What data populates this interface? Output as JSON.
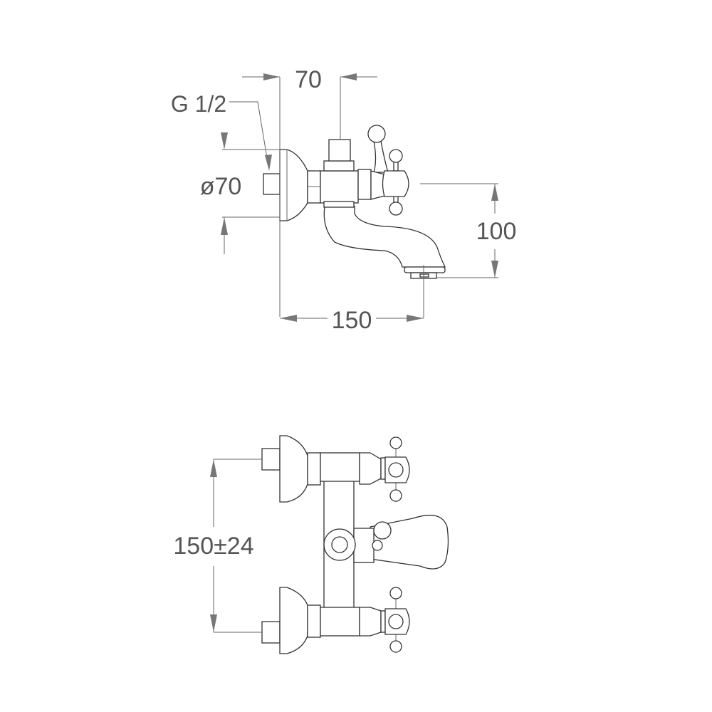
{
  "drawing": {
    "side_view": {
      "dimensions": {
        "outlet_offset": "70",
        "thread_size": "G 1/2",
        "flange_diameter": "ø70",
        "spout_height": "100",
        "spout_reach": "150"
      }
    },
    "front_view": {
      "dimensions": {
        "inlet_center_distance": "150±24"
      }
    }
  }
}
